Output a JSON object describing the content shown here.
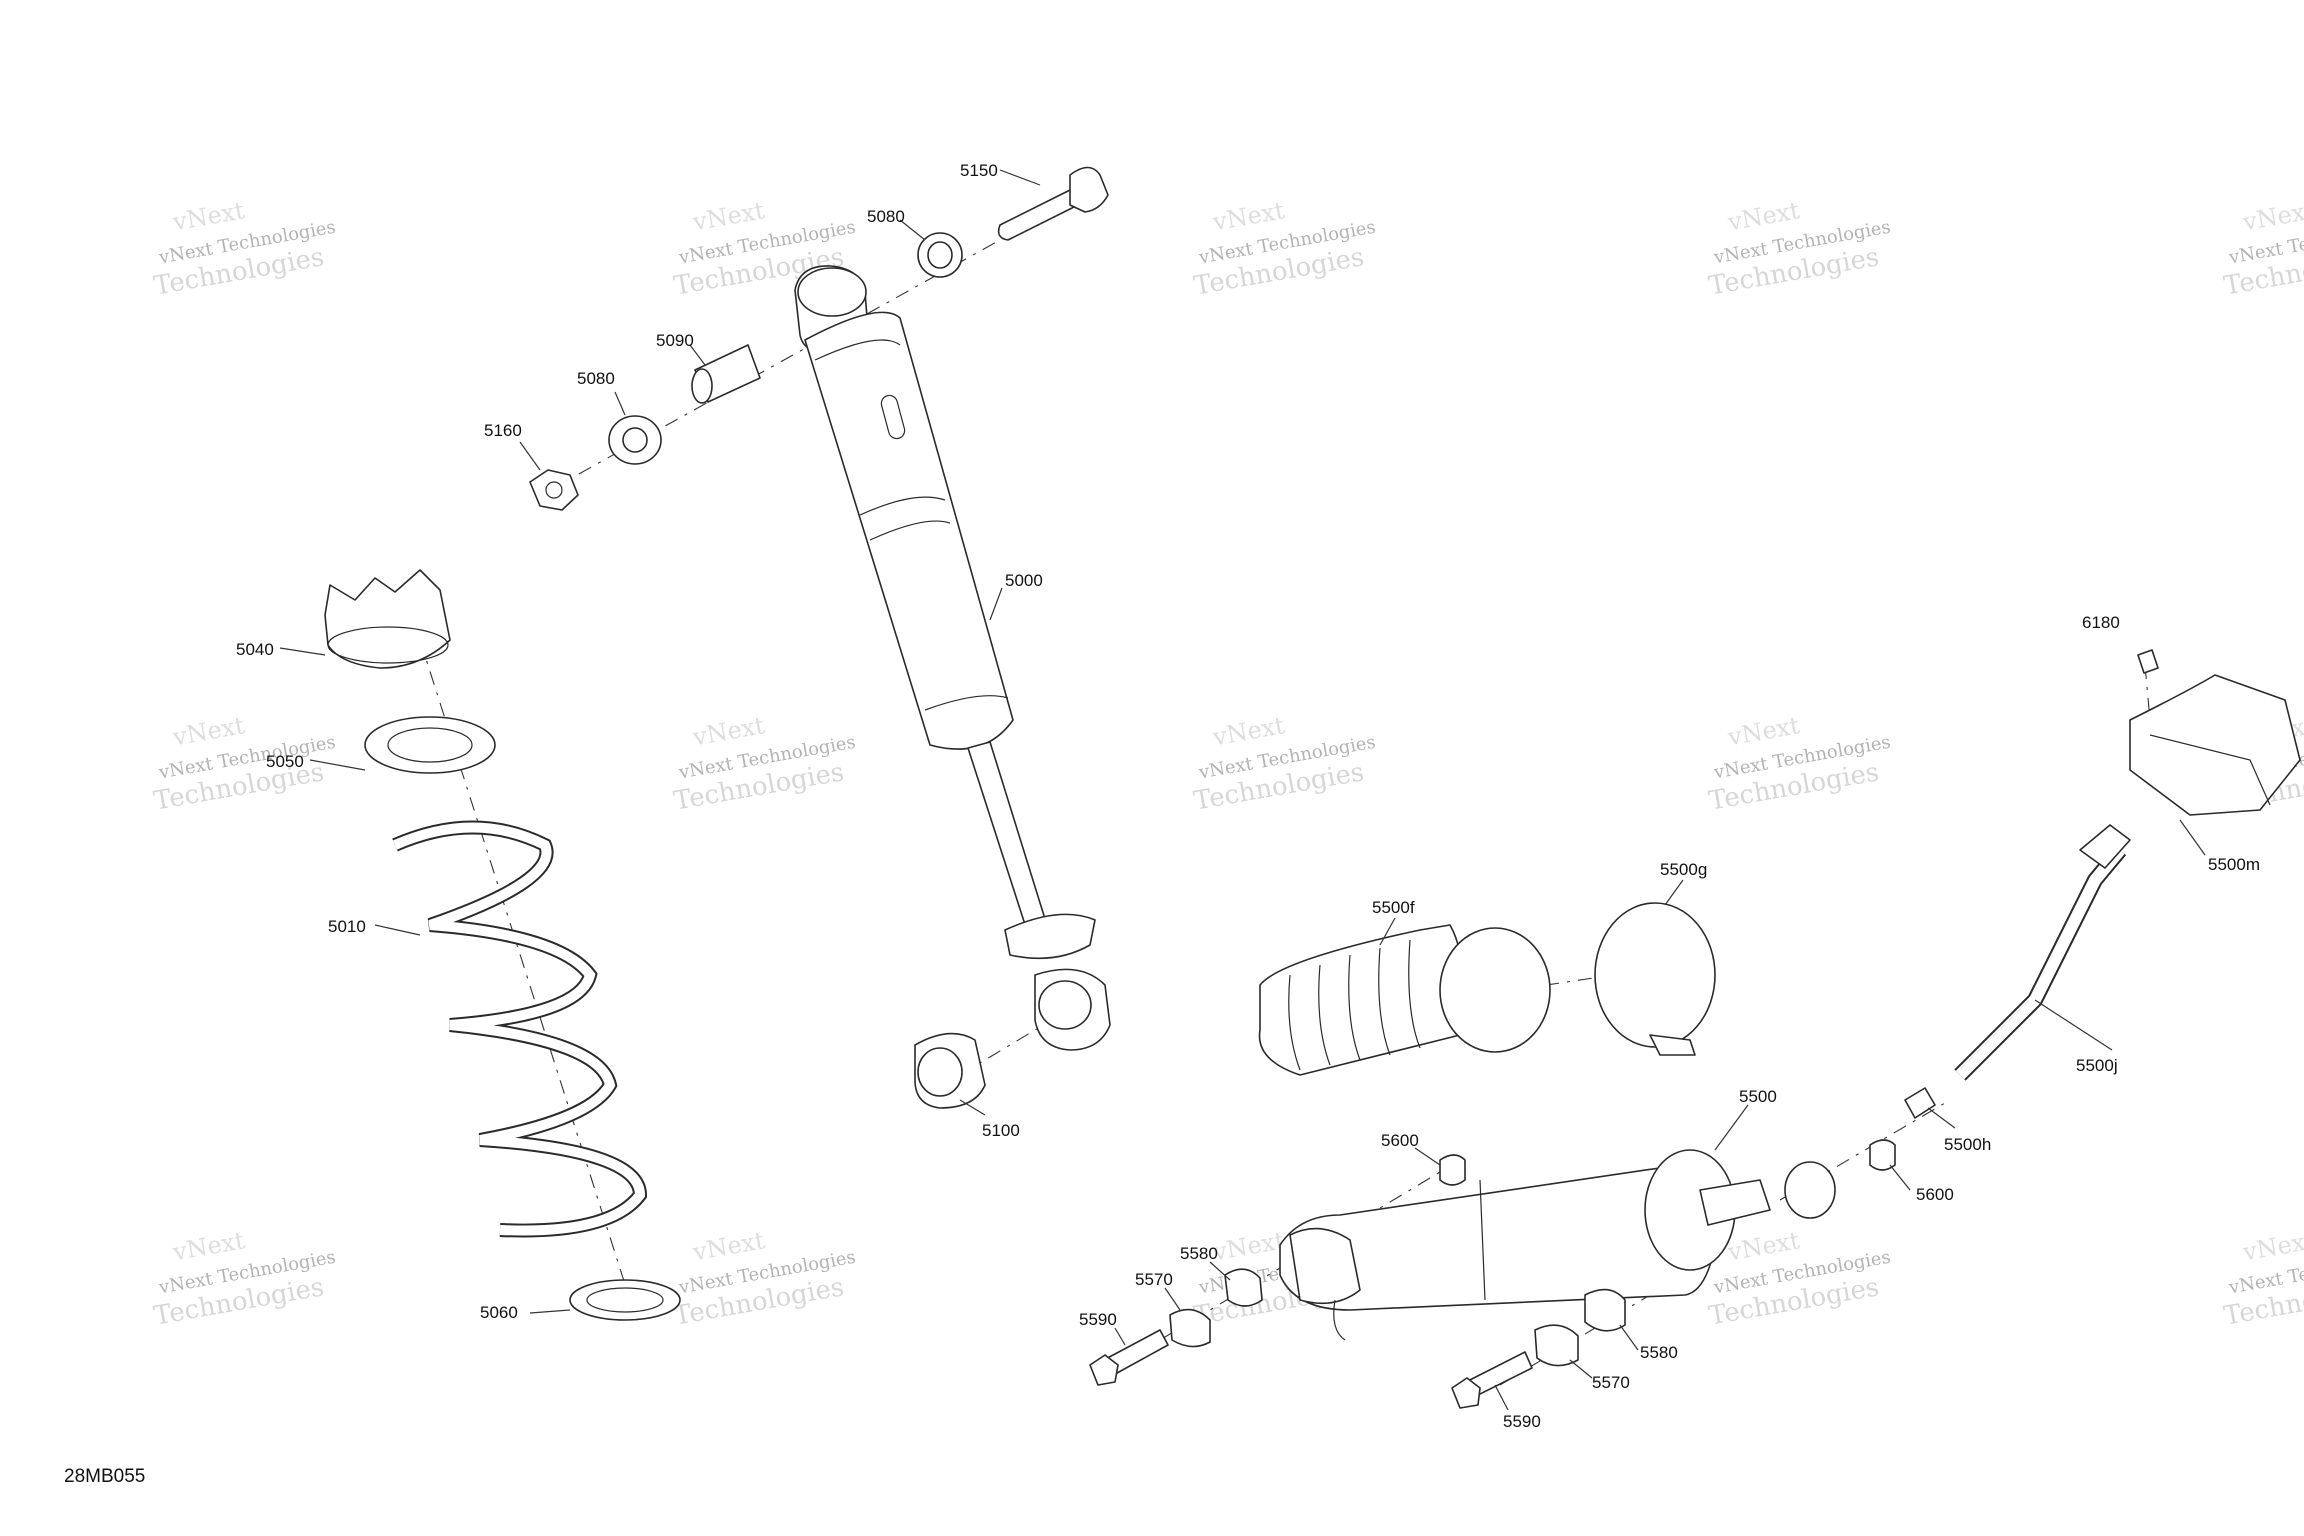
{
  "diagram": {
    "reference_code": "28MB055",
    "watermark": {
      "line1": "vNext Technologies",
      "line2": "Technologies",
      "line3": "vNext"
    },
    "callouts": {
      "c5150": "5150",
      "c5080a": "5080",
      "c5090": "5090",
      "c5080b": "5080",
      "c5160": "5160",
      "c5000": "5000",
      "c5040": "5040",
      "c5050": "5050",
      "c5010": "5010",
      "c5060": "5060",
      "c5100": "5100",
      "c6180": "6180",
      "c5500m": "5500m",
      "c5500f": "5500f",
      "c5500g": "5500g",
      "c5500j": "5500j",
      "c5500": "5500",
      "c5500h": "5500h",
      "c5600a": "5600",
      "c5600b": "5600",
      "c5580a": "5580",
      "c5570a": "5570",
      "c5590a": "5590",
      "c5580b": "5580",
      "c5570b": "5570",
      "c5590b": "5590"
    }
  }
}
